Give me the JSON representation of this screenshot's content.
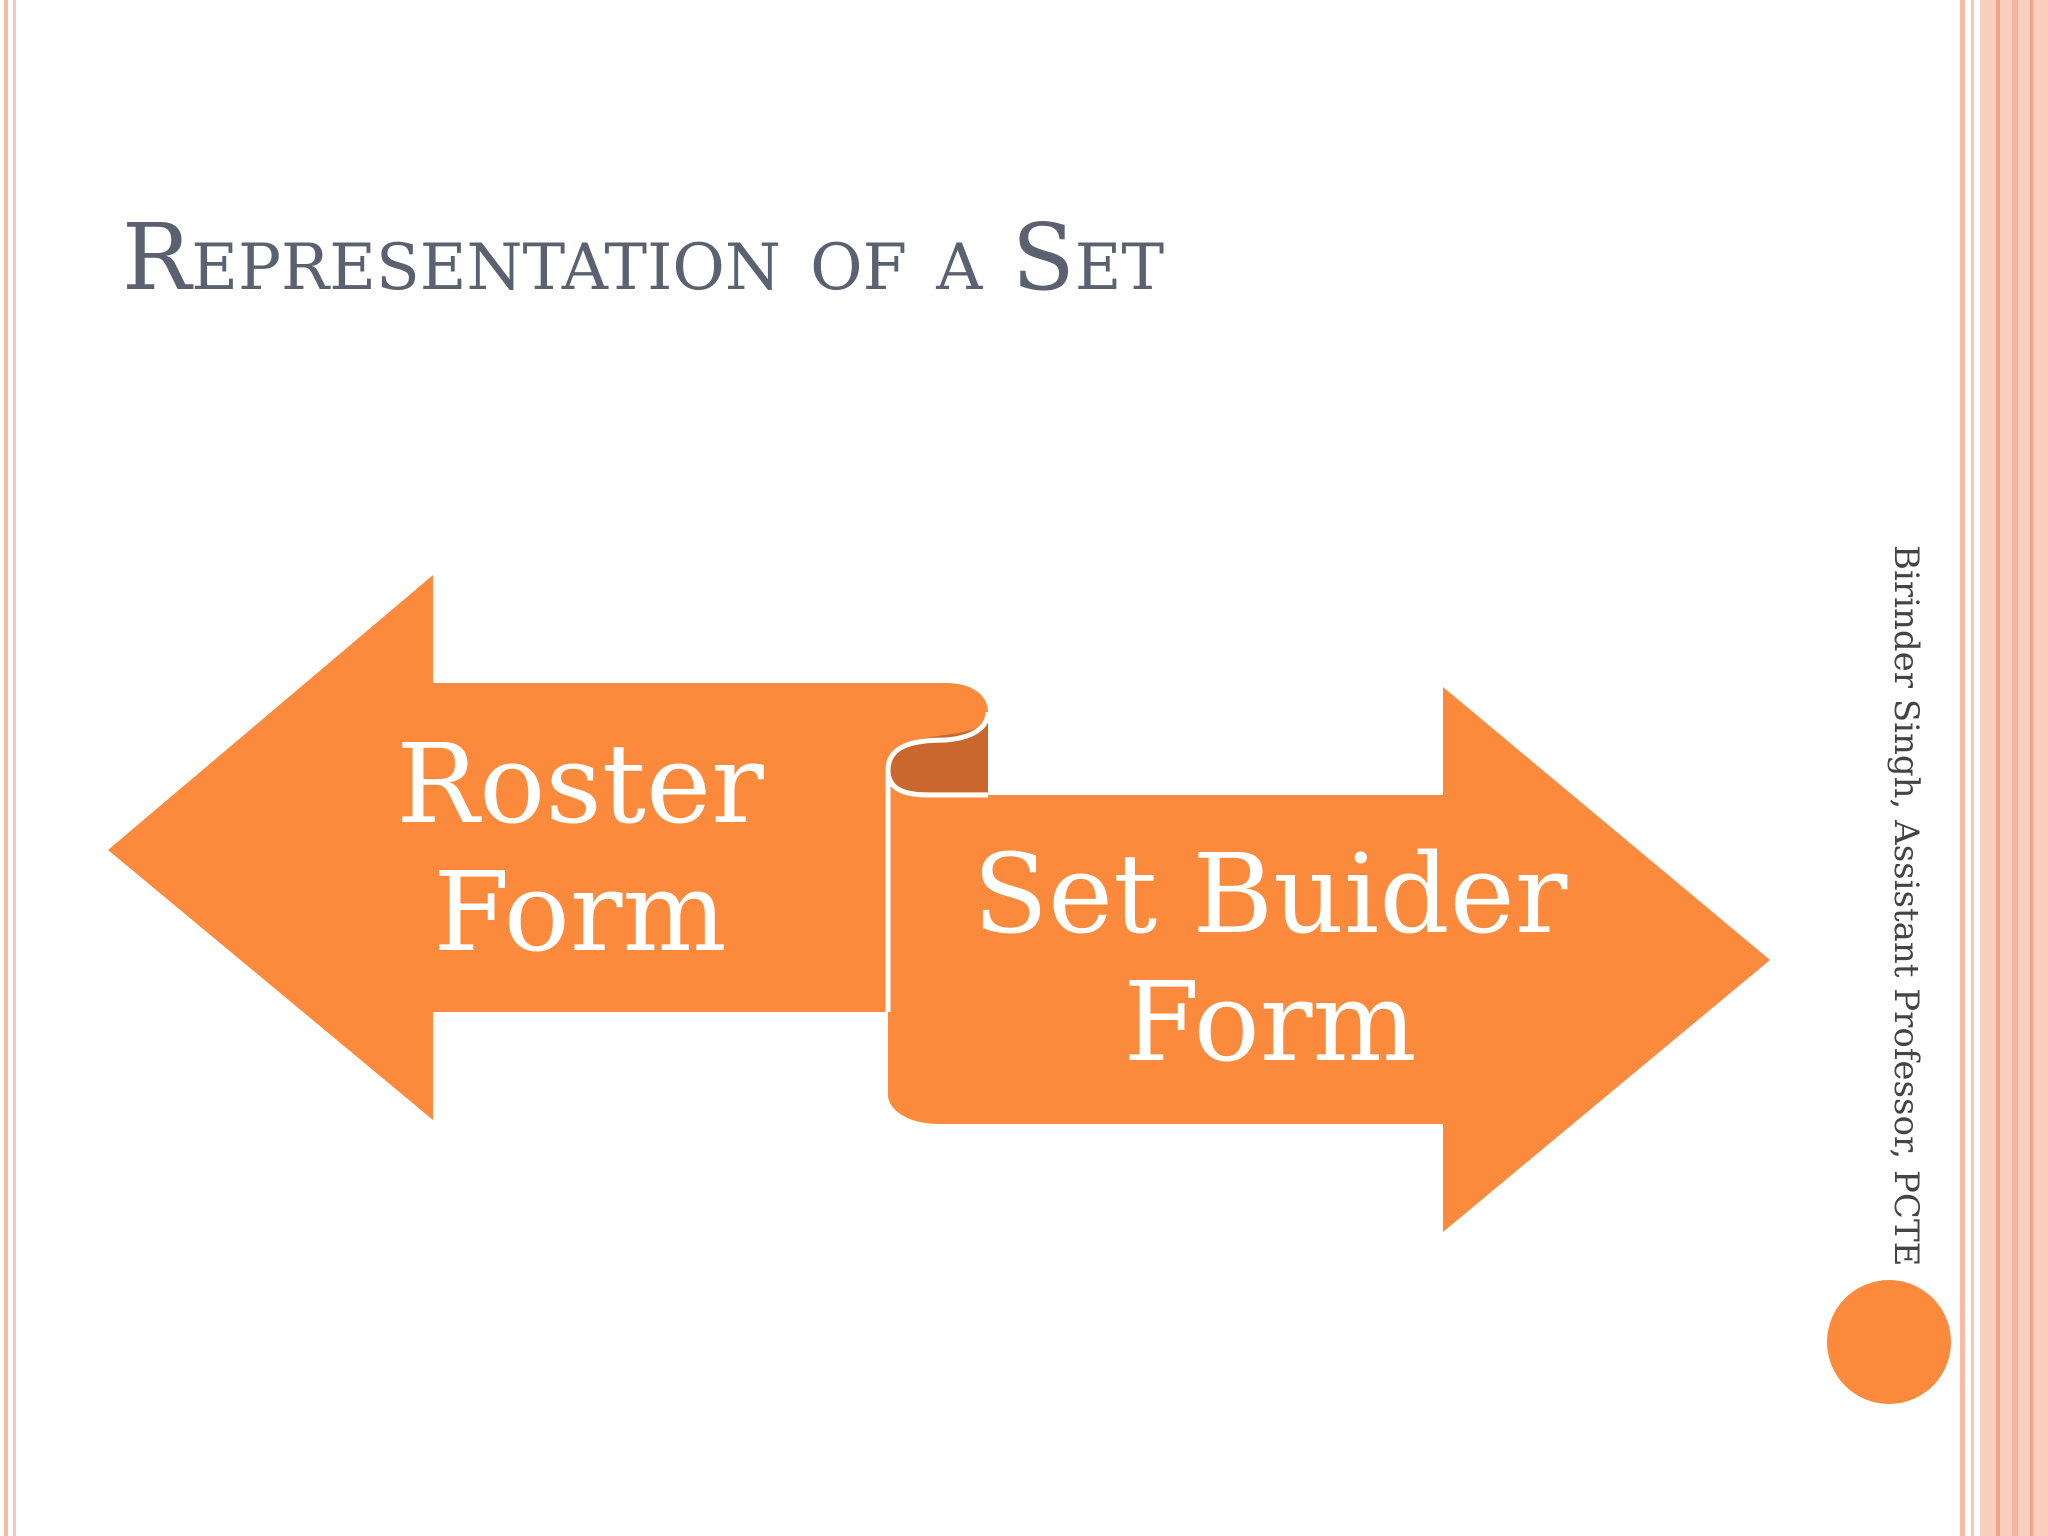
{
  "slide": {
    "title": "Representation of a Set",
    "author": "Birinder Singh, Assistant Professor, PCTE"
  },
  "diagram": {
    "left_arrow": {
      "lines": [
        "Roster",
        "Form"
      ]
    },
    "right_arrow": {
      "lines": [
        "Set Buider",
        "Form"
      ]
    }
  },
  "colors": {
    "arrow_fill": "#fc8a3c",
    "fold_shadow": "#c9672e",
    "title_text": "#5b6170",
    "frame_light": "#fbcdb9",
    "frame_dark": "#f3a48a"
  }
}
